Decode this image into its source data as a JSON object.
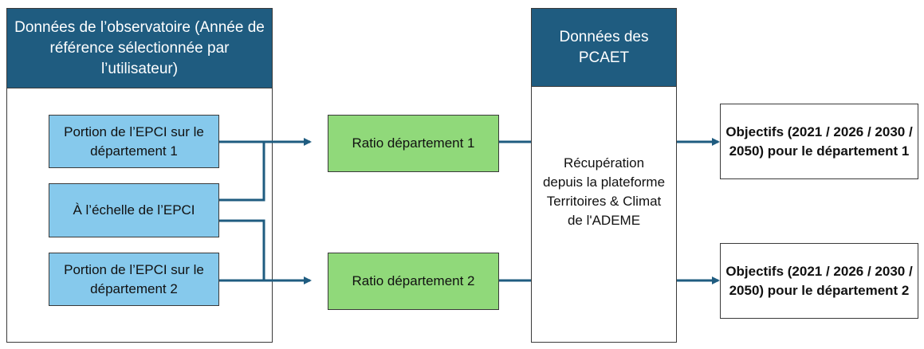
{
  "observatoire": {
    "title": "Données de l’observatoire (Année de référence sélectionnée par l’utilisateur)",
    "portion1": "Portion de l’EPCI sur le département 1",
    "echelle": "À l’échelle de l’EPCI",
    "portion2": "Portion de l’EPCI sur le département 2"
  },
  "ratios": {
    "ratio1": "Ratio département 1",
    "ratio2": "Ratio département 2"
  },
  "pcaet": {
    "title": "Données des PCAET",
    "description": "Récupération depuis la plateforme Territoires & Climat de l'ADEME"
  },
  "objectifs": {
    "obj1": "Objectifs (2021 / 2026 / 2030 / 2050) pour le département 1",
    "obj2": "Objectifs (2021 / 2026 / 2030 / 2050) pour le département 2"
  },
  "colors": {
    "header": "#1f5c80",
    "input_box": "#86c9ec",
    "ratio_box": "#90d97a",
    "connector": "#1f5c80"
  }
}
